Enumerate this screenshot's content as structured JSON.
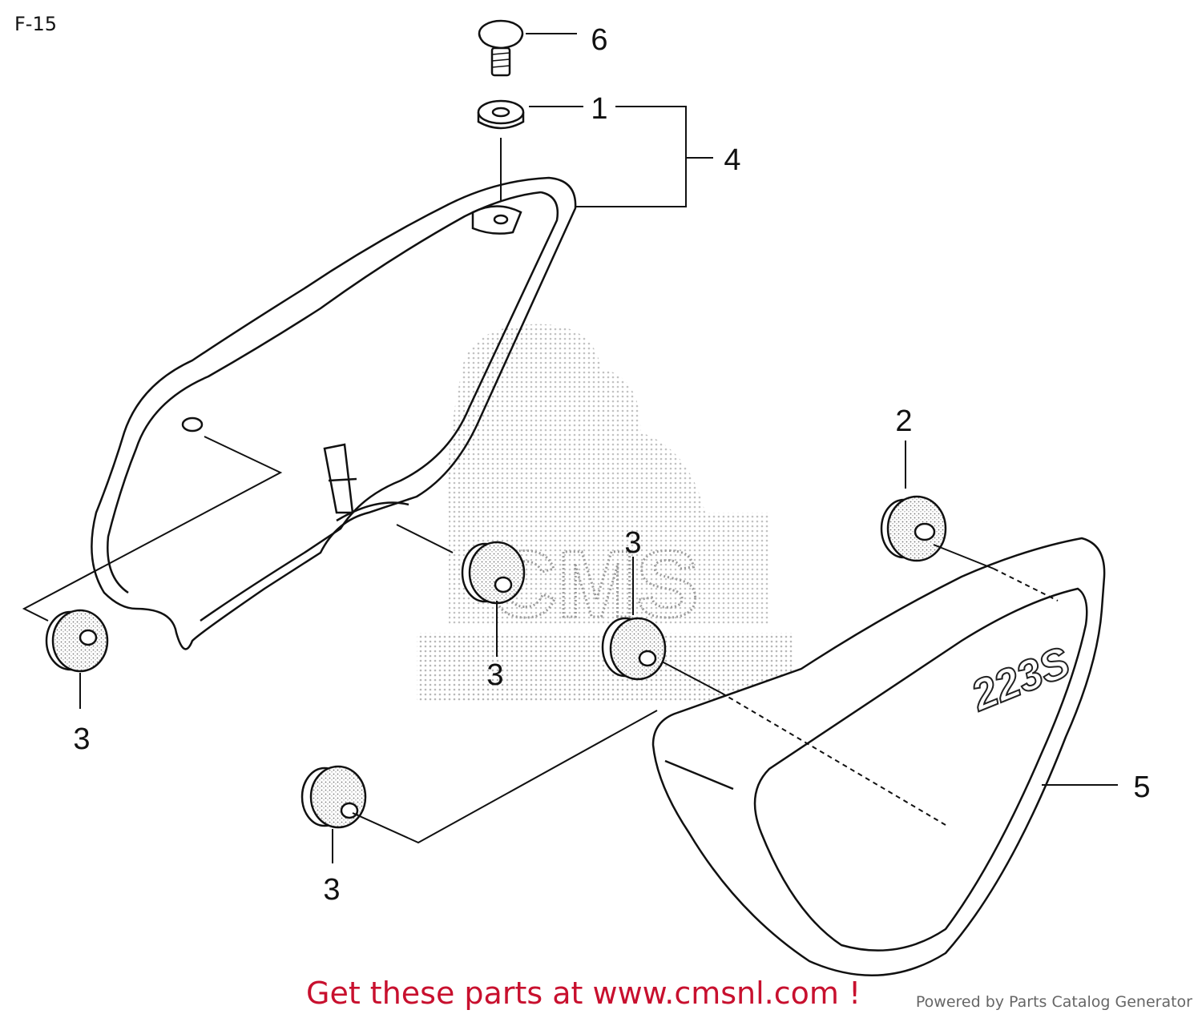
{
  "page_label": "F-15",
  "callouts": {
    "c1": "1",
    "c2": "2",
    "c3_left": "3",
    "c3_center": "3",
    "c3_middle": "3",
    "c3_bottom": "3",
    "c4": "4",
    "c5": "5",
    "c6": "6"
  },
  "model_text": "223S",
  "watermark": "CMS",
  "footer": {
    "link_text": "Get these parts at www.cmsnl.com !",
    "powered_by": "Powered by Parts Catalog Generator"
  },
  "colors": {
    "footer_link": "#c8102e",
    "line": "#111111",
    "watermark": "#9a9a9a"
  }
}
